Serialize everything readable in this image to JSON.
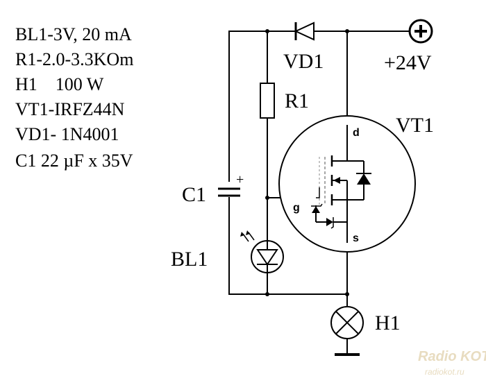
{
  "specs": [
    "BL1-3V, 20 mA",
    "R1-2.0-3.3KOm",
    "H1    100 W",
    "VT1-IRFZ44N",
    "VD1- 1N4001",
    "C1 22 µF x 35V"
  ],
  "labels": {
    "vd1": "VD1",
    "supply": "+24V",
    "r1": "R1",
    "vt1": "VT1",
    "c1": "C1",
    "c1_plus": "+",
    "bl1": "BL1",
    "h1": "H1",
    "drain": "d",
    "gate": "g",
    "source": "s"
  },
  "watermark": {
    "line1": "Radio KOT",
    "line2": "radiokot.ru"
  },
  "icons": {
    "supply_terminal": "plus-circle-icon",
    "diode": "diode-icon",
    "resistor": "resistor-icon",
    "capacitor": "capacitor-icon",
    "photodiode": "photodiode-icon",
    "mosfet": "mosfet-icon",
    "lamp": "lamp-icon",
    "ground": "ground-icon"
  }
}
